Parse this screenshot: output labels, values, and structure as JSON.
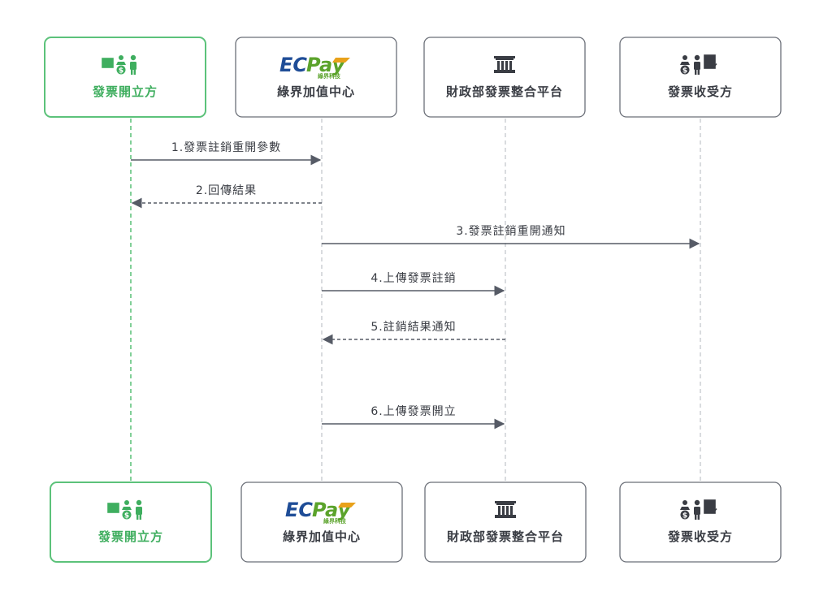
{
  "actors": [
    {
      "id": "issuer",
      "label": "發票開立方",
      "icon": "issuer-icon",
      "highlight": true
    },
    {
      "id": "ecpay",
      "label": "綠界加值中心",
      "icon": "ecpay-logo",
      "highlight": false
    },
    {
      "id": "mof",
      "label": "財政部發票整合平台",
      "icon": "bank-icon",
      "highlight": false
    },
    {
      "id": "receiver",
      "label": "發票收受方",
      "icon": "receiver-icon",
      "highlight": false
    }
  ],
  "logo": {
    "ec": "EC",
    "pay": "Pay",
    "sub": "綠界科技"
  },
  "messages": [
    {
      "label": "1.發票註銷重開參數",
      "from": "issuer",
      "to": "ecpay",
      "style": "solid"
    },
    {
      "label": "2.回傳結果",
      "from": "ecpay",
      "to": "issuer",
      "style": "dashed"
    },
    {
      "label": "3.發票註銷重開通知",
      "from": "ecpay",
      "to": "receiver",
      "style": "solid"
    },
    {
      "label": "4.上傳發票註銷",
      "from": "ecpay",
      "to": "mof",
      "style": "solid"
    },
    {
      "label": "5.註銷結果通知",
      "from": "mof",
      "to": "ecpay",
      "style": "dashed"
    },
    {
      "label": "6.上傳發票開立",
      "from": "ecpay",
      "to": "mof",
      "style": "solid"
    }
  ],
  "colors": {
    "accent": "#3fae5f",
    "line": "#565b66",
    "border": "#6b6f78",
    "logo_blue": "#1f4d97",
    "logo_green": "#5ba32b"
  }
}
